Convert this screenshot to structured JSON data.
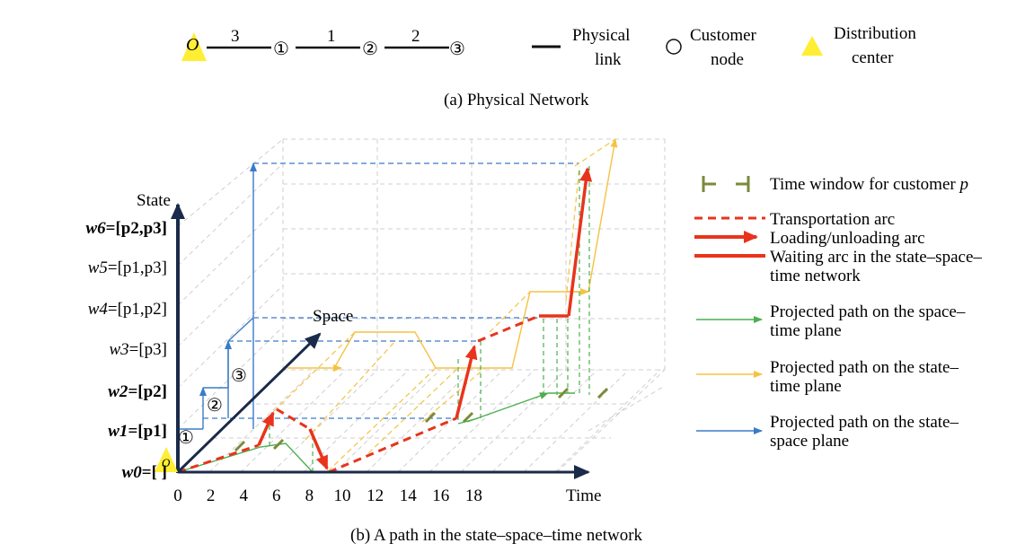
{
  "physical_network": {
    "origin_label": "O",
    "link_costs": [
      "3",
      "1",
      "2"
    ],
    "nodes": [
      "①",
      "②",
      "③"
    ],
    "legend": {
      "physical_link": [
        "Physical",
        "link"
      ],
      "customer_node": [
        "Customer",
        "node"
      ],
      "distribution_center": [
        "Distribution",
        "center"
      ]
    },
    "caption": "(a) Physical Network"
  },
  "sst_network": {
    "state_axis_title": "State",
    "space_axis_title": "Space",
    "time_axis_title": "Time",
    "origin_label": "O",
    "state_labels": [
      {
        "var": "w0",
        "set": "=[  ]",
        "bold": true
      },
      {
        "var": "w1",
        "set": "=[p1]",
        "bold": true
      },
      {
        "var": "w2",
        "set": "=[p2]",
        "bold": true
      },
      {
        "var": "w3",
        "set": "=[p3]",
        "bold": false
      },
      {
        "var": "w4",
        "set": "=[p1,p2]",
        "bold": false
      },
      {
        "var": "w5",
        "set": "=[p1,p3]",
        "bold": false
      },
      {
        "var": "w6",
        "set": "=[p2,p3]",
        "bold": true
      }
    ],
    "space_nodes": [
      "①",
      "②",
      "③"
    ],
    "time_ticks": [
      "0",
      "2",
      "4",
      "6",
      "8",
      "10",
      "12",
      "14",
      "16",
      "18"
    ],
    "caption": "(b) A path in the state–space–time network"
  },
  "legend": {
    "time_window": "Time window for customer ",
    "time_window_var": "p",
    "transport_arc": "Transportation arc",
    "loading_arc": "Loading/unloading arc",
    "waiting_arc": [
      "Waiting arc in the state–space–",
      "time network"
    ],
    "proj_space_time": [
      "Projected path on the space–",
      "time plane"
    ],
    "proj_state_time": [
      "Projected path on the state–",
      "time plane"
    ],
    "proj_state_space": [
      "Projected path on the state–",
      "space plane"
    ]
  },
  "colors": {
    "red": "#e8341c",
    "green": "#4caf50",
    "yellow": "#f5c242",
    "blue": "#3a7bc8",
    "navy": "#1a2a4a",
    "highlight": "#ffee33",
    "timewindow": "#7a8a3a",
    "grid": "#cfcfcf"
  }
}
